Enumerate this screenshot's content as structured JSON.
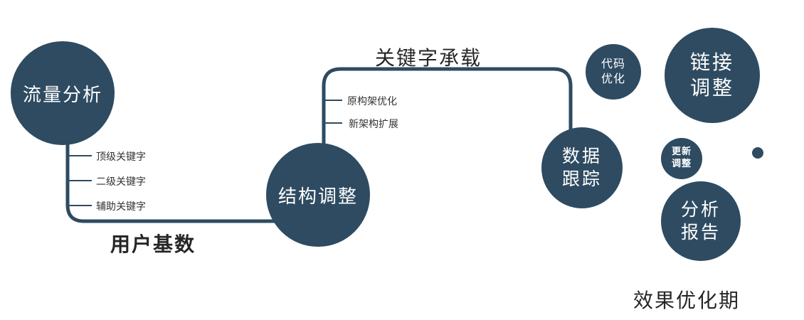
{
  "diagram": {
    "colors": {
      "primary": "#2E4B61",
      "node_text": "#FFFFFF",
      "label_dark": "#262626",
      "branch_text": "#333333"
    },
    "nodes": {
      "traffic": {
        "label": "流量分析"
      },
      "structure": {
        "label": "结构调整"
      },
      "tracking": {
        "label": "数据跟踪"
      },
      "code": {
        "label": "代码优化"
      },
      "link": {
        "label": "链接调整"
      },
      "update": {
        "label": "更新调整"
      },
      "report": {
        "label": "分析报告"
      }
    },
    "edge_labels": {
      "user_base": "用户基数",
      "keyword_carry": "关键字承载"
    },
    "branches": {
      "left": [
        "顶级关键字",
        "二级关键字",
        "辅助关键字"
      ],
      "mid": [
        "原构架优化",
        "新架构扩展"
      ]
    },
    "footer": "效果优化期"
  }
}
